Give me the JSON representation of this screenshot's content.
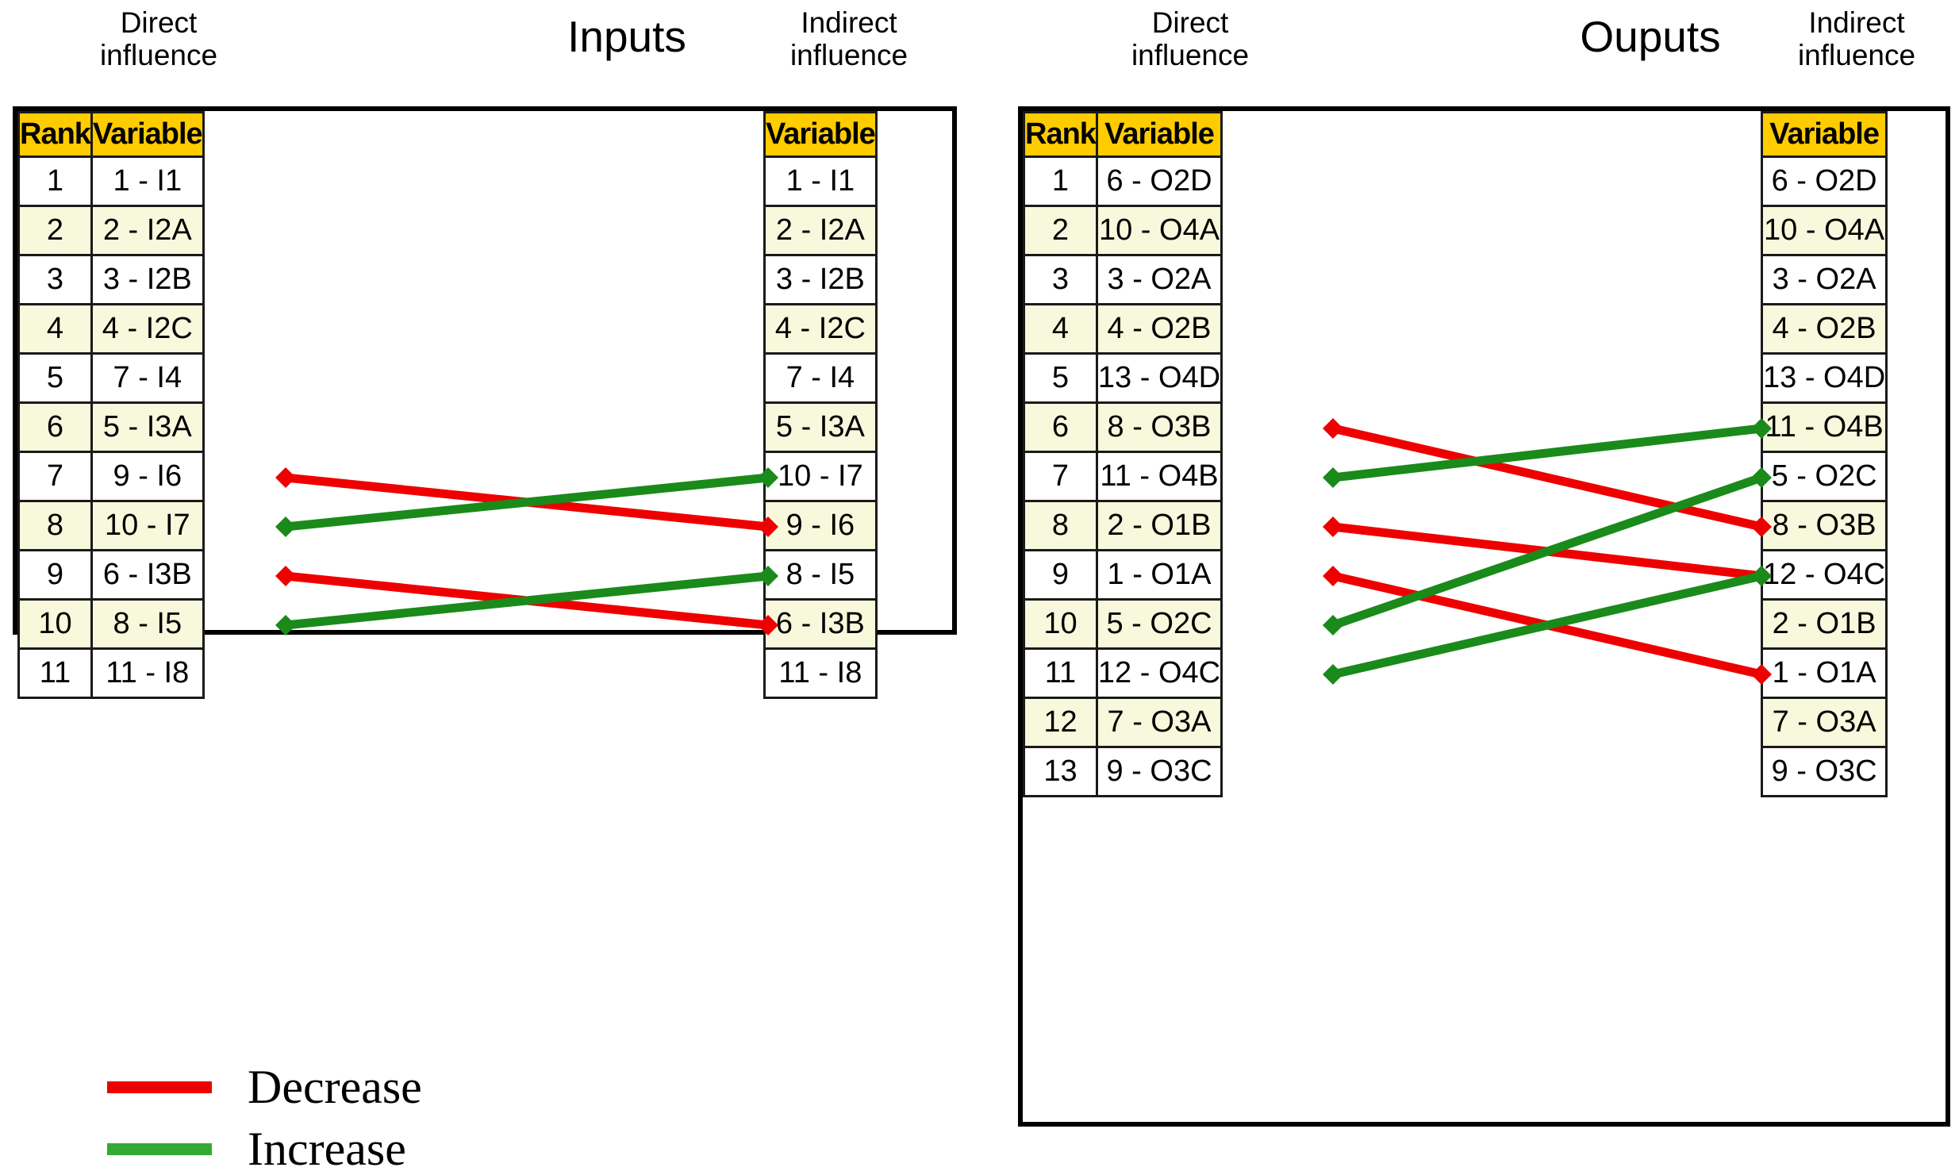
{
  "colors": {
    "decrease": "#ee0000",
    "increase": "#1a8a1a",
    "header_bg": "#ffcc00",
    "alt_row_bg": "#f8f8dc",
    "border": "#000000"
  },
  "legend": {
    "items": [
      {
        "label": "Decrease",
        "color": "#ee0000"
      },
      {
        "label": "Increase",
        "color": "#33aa33"
      }
    ]
  },
  "panels": [
    {
      "id": "inputs",
      "title": "Inputs",
      "left_header": "Direct\ninfluence",
      "left_header_line1": "Direct",
      "left_header_line2": "influence",
      "right_header_line1": "Indirect",
      "right_header_line2": "influence",
      "columns": {
        "rank": "Rank",
        "variable": "Variable"
      },
      "direct": [
        {
          "rank": "1",
          "variable": "1 - I1"
        },
        {
          "rank": "2",
          "variable": "2 - I2A"
        },
        {
          "rank": "3",
          "variable": "3 - I2B"
        },
        {
          "rank": "4",
          "variable": "4 - I2C"
        },
        {
          "rank": "5",
          "variable": "7 - I4"
        },
        {
          "rank": "6",
          "variable": "5 - I3A"
        },
        {
          "rank": "7",
          "variable": "9 - I6"
        },
        {
          "rank": "8",
          "variable": "10 - I7"
        },
        {
          "rank": "9",
          "variable": "6 - I3B"
        },
        {
          "rank": "10",
          "variable": "8 - I5"
        },
        {
          "rank": "11",
          "variable": "11 - I8"
        }
      ],
      "indirect": [
        {
          "variable": "1 - I1"
        },
        {
          "variable": "2 - I2A"
        },
        {
          "variable": "3 - I2B"
        },
        {
          "variable": "4 - I2C"
        },
        {
          "variable": "7 - I4"
        },
        {
          "variable": "5 - I3A"
        },
        {
          "variable": "10 - I7"
        },
        {
          "variable": "9 - I6"
        },
        {
          "variable": "8 - I5"
        },
        {
          "variable": "6 - I3B"
        },
        {
          "variable": "11 - I8"
        }
      ],
      "links": [
        {
          "from_rank": 7,
          "to_rank": 8,
          "change": "decrease"
        },
        {
          "from_rank": 8,
          "to_rank": 7,
          "change": "increase"
        },
        {
          "from_rank": 9,
          "to_rank": 10,
          "change": "decrease"
        },
        {
          "from_rank": 10,
          "to_rank": 9,
          "change": "increase"
        }
      ]
    },
    {
      "id": "ouputs",
      "title": "Ouputs",
      "left_header_line1": "Direct",
      "left_header_line2": "influence",
      "right_header_line1": "Indirect",
      "right_header_line2": "influence",
      "columns": {
        "rank": "Rank",
        "variable": "Variable"
      },
      "direct": [
        {
          "rank": "1",
          "variable": "6 - O2D"
        },
        {
          "rank": "2",
          "variable": "10 - O4A"
        },
        {
          "rank": "3",
          "variable": "3 - O2A"
        },
        {
          "rank": "4",
          "variable": "4 - O2B"
        },
        {
          "rank": "5",
          "variable": "13 - O4D"
        },
        {
          "rank": "6",
          "variable": "8 - O3B"
        },
        {
          "rank": "7",
          "variable": "11 - O4B"
        },
        {
          "rank": "8",
          "variable": "2 - O1B"
        },
        {
          "rank": "9",
          "variable": "1 - O1A"
        },
        {
          "rank": "10",
          "variable": "5 - O2C"
        },
        {
          "rank": "11",
          "variable": "12 - O4C"
        },
        {
          "rank": "12",
          "variable": "7 - O3A"
        },
        {
          "rank": "13",
          "variable": "9 - O3C"
        }
      ],
      "indirect": [
        {
          "variable": "6 - O2D"
        },
        {
          "variable": "10 - O4A"
        },
        {
          "variable": "3 - O2A"
        },
        {
          "variable": "4 - O2B"
        },
        {
          "variable": "13 - O4D"
        },
        {
          "variable": "11 - O4B"
        },
        {
          "variable": "5 - O2C"
        },
        {
          "variable": "8 - O3B"
        },
        {
          "variable": "12 - O4C"
        },
        {
          "variable": "2 - O1B"
        },
        {
          "variable": "1 - O1A"
        },
        {
          "variable": "7 - O3A"
        },
        {
          "variable": "9 - O3C"
        }
      ],
      "links": [
        {
          "from_rank": 6,
          "to_rank": 8,
          "change": "decrease"
        },
        {
          "from_rank": 7,
          "to_rank": 6,
          "change": "increase"
        },
        {
          "from_rank": 8,
          "to_rank": 9,
          "change": "decrease"
        },
        {
          "from_rank": 9,
          "to_rank": 11,
          "change": "decrease"
        },
        {
          "from_rank": 10,
          "to_rank": 7,
          "change": "increase"
        },
        {
          "from_rank": 11,
          "to_rank": 9,
          "change": "increase"
        }
      ]
    }
  ]
}
